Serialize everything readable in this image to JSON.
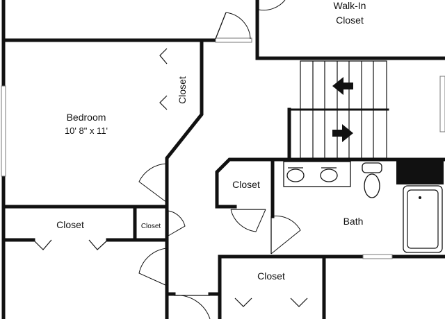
{
  "rooms": {
    "walk_in_closet": {
      "line1": "Walk-In",
      "line2": "Closet"
    },
    "bedroom": {
      "name": "Bedroom",
      "dimensions": "10' 8\" x 11'"
    },
    "side_closet": {
      "label": "Closet"
    },
    "bath_closet": {
      "label": "Closet"
    },
    "bath": {
      "label": "Bath"
    },
    "lower_left_closet": {
      "label": "Closet"
    },
    "small_closet": {
      "label": "Closet"
    },
    "bottom_closet": {
      "label": "Closet"
    }
  }
}
